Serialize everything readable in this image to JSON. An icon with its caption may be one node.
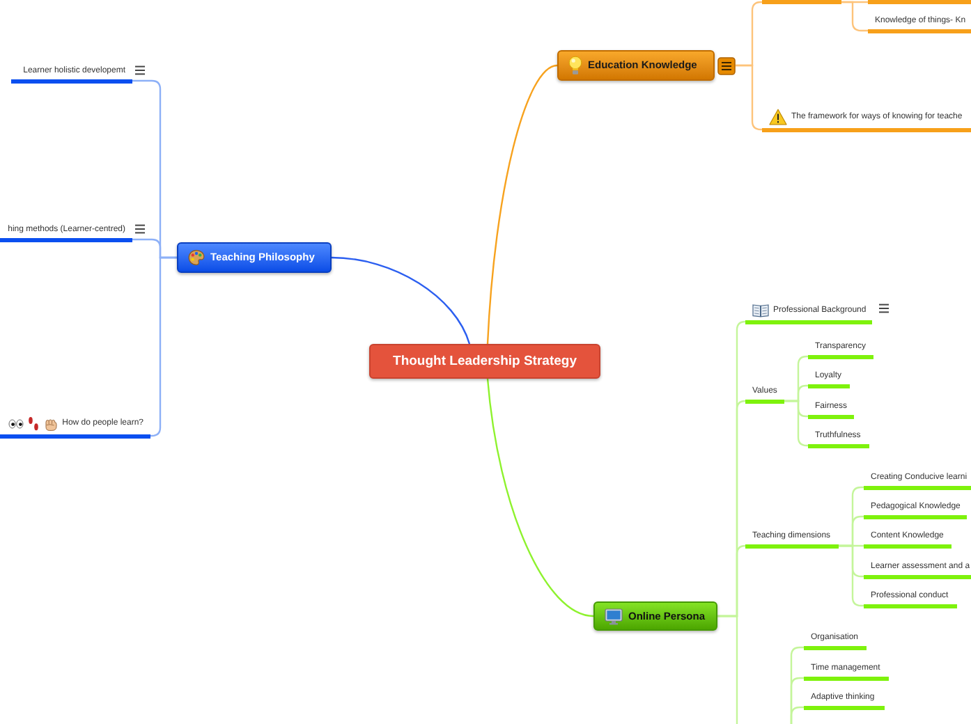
{
  "diagram": {
    "nodes": [
      {
        "text": [
          "Thought Leadership Strategy"
        ]
      },
      {
        "text": [
          "Teaching Philosophy"
        ]
      },
      {
        "text": [
          "Learner holistic developemt"
        ]
      },
      {
        "text": [
          "hing methods (Learner-centred)"
        ]
      },
      {
        "text": [
          "How do people learn?"
        ]
      },
      {
        "text": [
          "Education Knowledge"
        ]
      },
      {
        "text": [],
        "shape": "bar"
      },
      {
        "text": [],
        "shape": "bar"
      },
      {
        "text": [
          "Knowledge of things- Kn"
        ]
      },
      {
        "text": [
          "The framework for ways of knowing for teache"
        ]
      },
      {
        "text": [
          "Online Persona"
        ]
      },
      {
        "text": [
          "Professional Background"
        ]
      },
      {
        "text": [
          "Values"
        ]
      },
      {
        "text": [
          "Transparency"
        ]
      },
      {
        "text": [
          "Loyalty"
        ]
      },
      {
        "text": [
          "Fairness"
        ]
      },
      {
        "text": [
          "Truthfulness"
        ]
      },
      {
        "text": [
          "Teaching dimensions"
        ]
      },
      {
        "text": [
          "Creating Conducive learni"
        ]
      },
      {
        "text": [
          "Pedagogical Knowledge"
        ]
      },
      {
        "text": [
          "Content Knowledge"
        ]
      },
      {
        "text": [
          "Learner assessment and a"
        ]
      },
      {
        "text": [
          "Professional conduct"
        ]
      },
      {
        "text": [
          "Organisation"
        ]
      },
      {
        "text": [
          "Time management"
        ]
      },
      {
        "text": [
          "Adaptive thinking"
        ]
      }
    ],
    "edges": [
      {
        "from": 0,
        "to": 1,
        "arrow": "none",
        "color": "#2c5ff0"
      },
      {
        "from": 1,
        "to": 2,
        "arrow": "none",
        "color": "#8db0f7"
      },
      {
        "from": 1,
        "to": 3,
        "arrow": "none",
        "color": "#8db0f7"
      },
      {
        "from": 1,
        "to": 4,
        "arrow": "none",
        "color": "#8db0f7"
      },
      {
        "from": 0,
        "to": 5,
        "arrow": "none",
        "color": "#f7a21e"
      },
      {
        "from": 5,
        "to": 6,
        "arrow": "none",
        "color": "#fdc37a"
      },
      {
        "from": 6,
        "to": 7,
        "arrow": "none",
        "color": "#fdc37a"
      },
      {
        "from": 6,
        "to": 8,
        "arrow": "none",
        "color": "#fdc37a"
      },
      {
        "from": 5,
        "to": 9,
        "arrow": "none",
        "color": "#fdc37a"
      },
      {
        "from": 0,
        "to": 10,
        "arrow": "none",
        "color": "#8ef22e"
      },
      {
        "from": 10,
        "to": 11,
        "arrow": "none"
      },
      {
        "from": 10,
        "to": 12,
        "arrow": "none"
      },
      {
        "from": 10,
        "to": 17,
        "arrow": "none"
      },
      {
        "from": 10,
        "to": null,
        "arrow": "none"
      },
      {
        "from": 12,
        "to": 13,
        "arrow": "none"
      },
      {
        "from": 12,
        "to": 14,
        "arrow": "none"
      },
      {
        "from": 12,
        "to": 15,
        "arrow": "none"
      },
      {
        "from": 12,
        "to": 16,
        "arrow": "none"
      },
      {
        "from": 17,
        "to": 18,
        "arrow": "none"
      },
      {
        "from": 17,
        "to": 19,
        "arrow": "none"
      },
      {
        "from": 17,
        "to": 20,
        "arrow": "none"
      },
      {
        "from": 17,
        "to": 21,
        "arrow": "none"
      },
      {
        "from": 17,
        "to": 22,
        "arrow": "none"
      },
      {
        "from": null,
        "to": 23,
        "arrow": "none"
      },
      {
        "from": null,
        "to": 24,
        "arrow": "none"
      },
      {
        "from": null,
        "to": 25,
        "arrow": "none"
      }
    ]
  }
}
